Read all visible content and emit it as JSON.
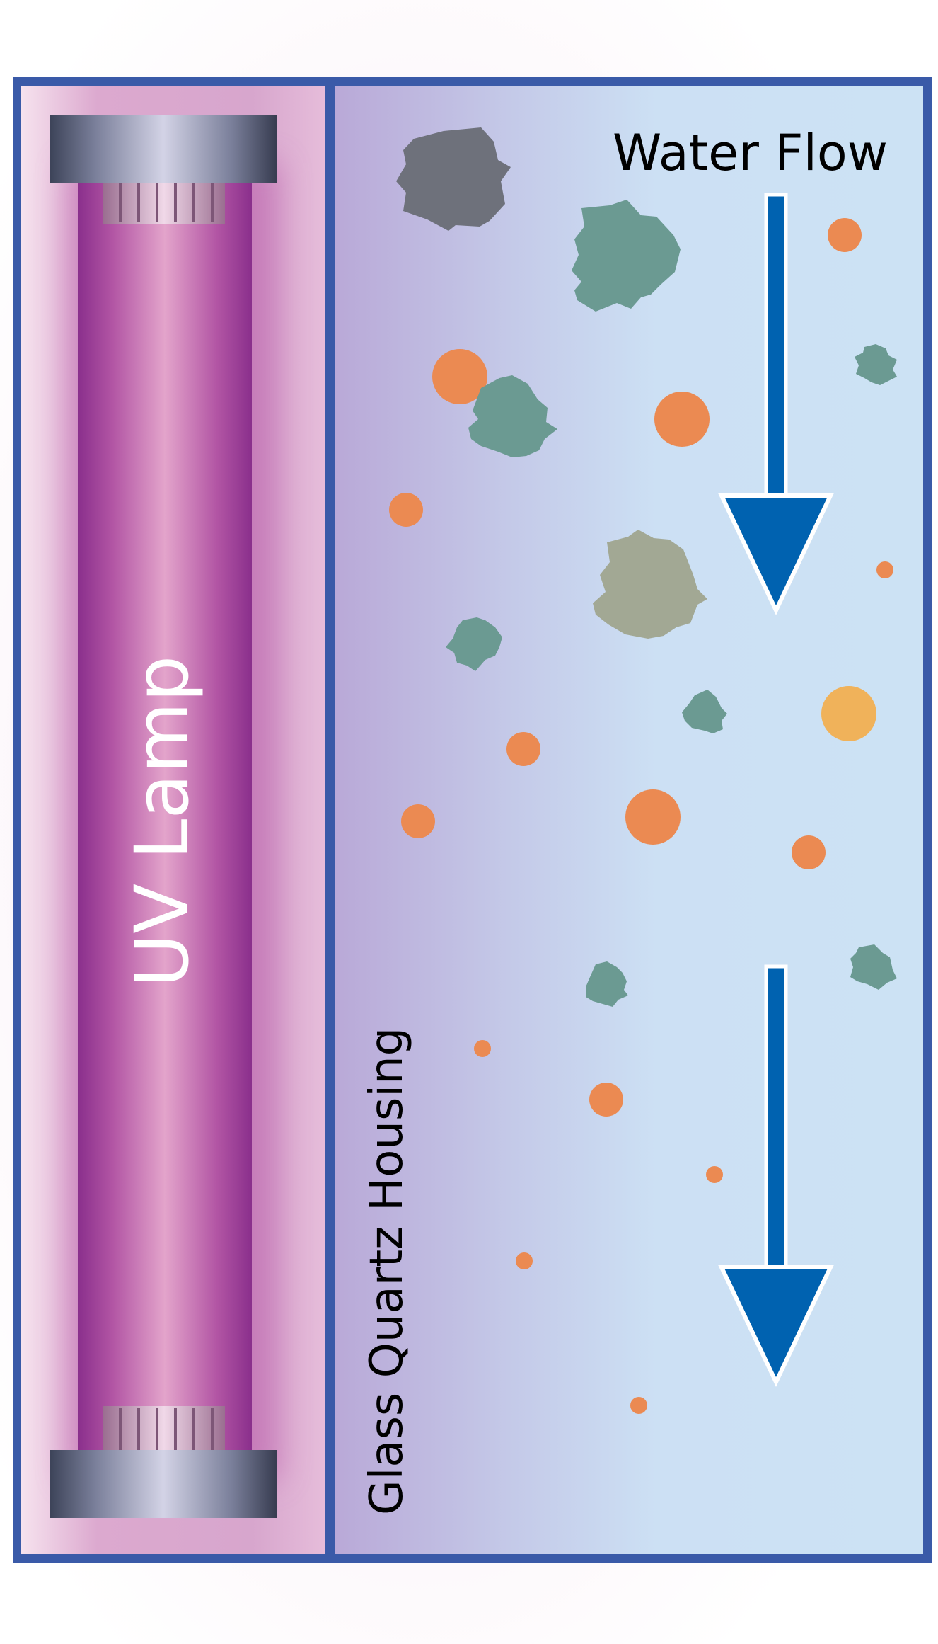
{
  "labels": {
    "lamp": "UV Lamp",
    "housing": "Glass Quartz Housing",
    "flow": "Water Flow"
  },
  "icons": {
    "flow_arrow": "down-arrow-icon",
    "contaminant": "particle-icon"
  },
  "colors": {
    "frame": "#3a5aa8",
    "lamp_glow": "#9a3d98",
    "lamp_core": "#e1a0c8",
    "water": "#cce2f4",
    "arrow": "#0062b0",
    "particle_orange": "#eb8a52",
    "particle_yellow": "#f0b25a",
    "blob_teal": "#6b9a92",
    "blob_gray": "#6e717b",
    "blob_olive": "#a2a894"
  }
}
